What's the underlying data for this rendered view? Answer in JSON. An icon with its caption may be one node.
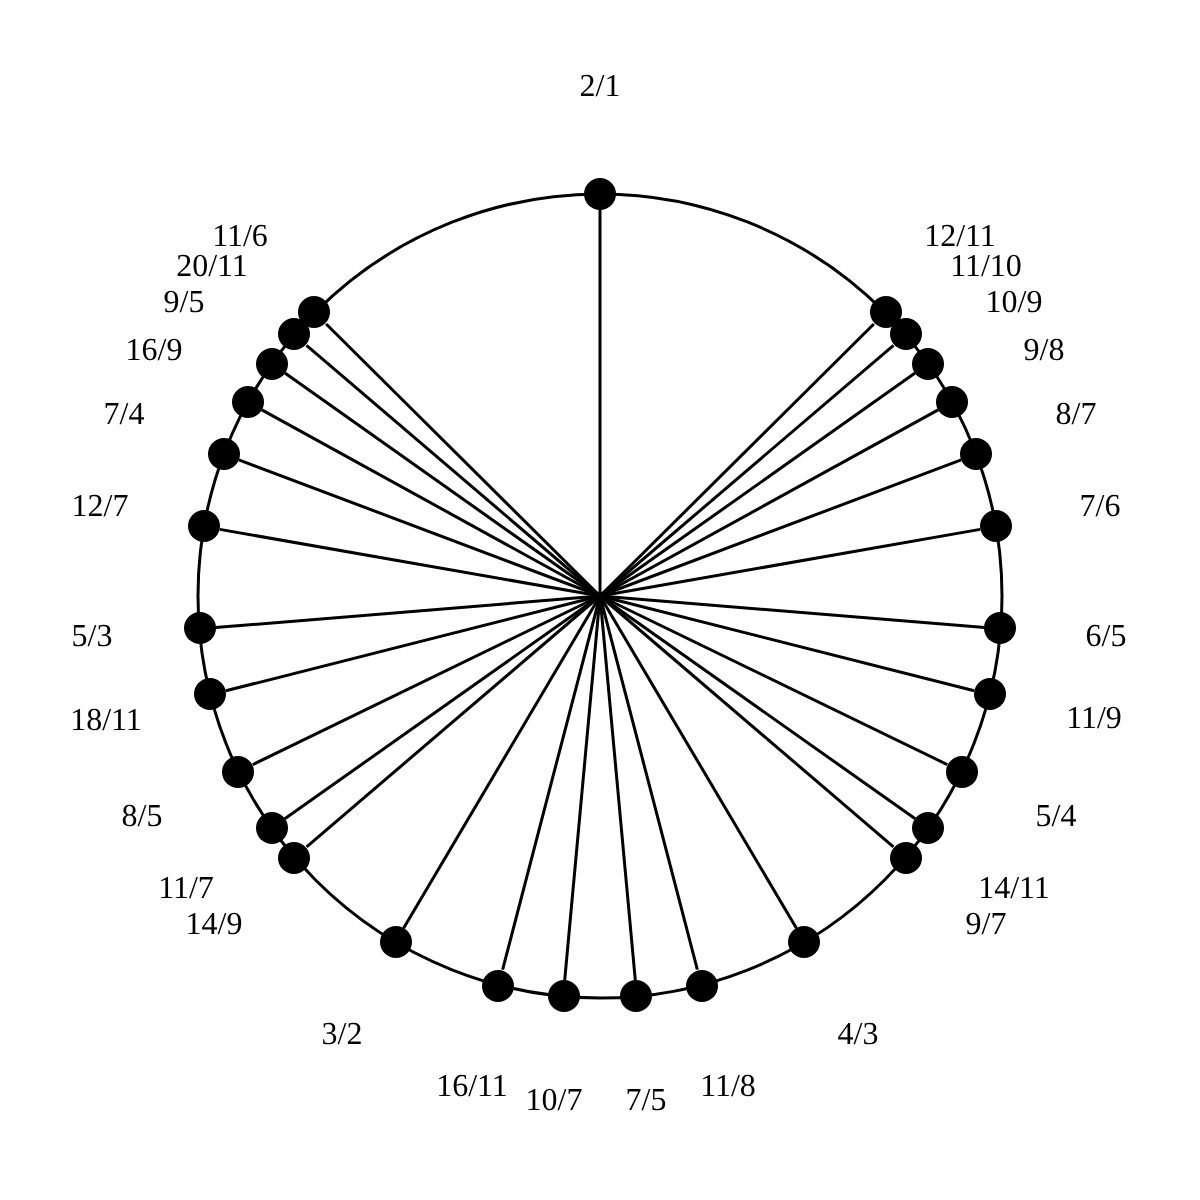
{
  "diagram": {
    "nodes": [
      {
        "text": [],
        "shape": "circle",
        "beside": [
          "2/1"
        ]
      },
      {
        "text": [],
        "shape": "circle",
        "beside": [
          "12/11"
        ]
      },
      {
        "text": [],
        "shape": "circle",
        "beside": [
          "11/10"
        ]
      },
      {
        "text": [],
        "shape": "circle",
        "beside": [
          "10/9"
        ]
      },
      {
        "text": [],
        "shape": "circle",
        "beside": [
          "9/8"
        ]
      },
      {
        "text": [],
        "shape": "circle",
        "beside": [
          "8/7"
        ]
      },
      {
        "text": [],
        "shape": "circle",
        "beside": [
          "7/6"
        ]
      },
      {
        "text": [],
        "shape": "circle",
        "beside": [
          "6/5"
        ]
      },
      {
        "text": [],
        "shape": "circle",
        "beside": [
          "11/9"
        ]
      },
      {
        "text": [],
        "shape": "circle",
        "beside": [
          "5/4"
        ]
      },
      {
        "text": [],
        "shape": "circle",
        "beside": [
          "14/11"
        ]
      },
      {
        "text": [],
        "shape": "circle",
        "beside": [
          "9/7"
        ]
      },
      {
        "text": [],
        "shape": "circle",
        "beside": [
          "4/3"
        ]
      },
      {
        "text": [],
        "shape": "circle",
        "beside": [
          "11/8"
        ]
      },
      {
        "text": [],
        "shape": "circle",
        "beside": [
          "7/5"
        ]
      },
      {
        "text": [],
        "shape": "circle",
        "beside": [
          "10/7"
        ]
      },
      {
        "text": [],
        "shape": "circle",
        "beside": [
          "16/11"
        ]
      },
      {
        "text": [],
        "shape": "circle",
        "beside": [
          "3/2"
        ]
      },
      {
        "text": [],
        "shape": "circle",
        "beside": [
          "14/9"
        ]
      },
      {
        "text": [],
        "shape": "circle",
        "beside": [
          "11/7"
        ]
      },
      {
        "text": [],
        "shape": "circle",
        "beside": [
          "8/5"
        ]
      },
      {
        "text": [],
        "shape": "circle",
        "beside": [
          "18/11"
        ]
      },
      {
        "text": [],
        "shape": "circle",
        "beside": [
          "5/3"
        ]
      },
      {
        "text": [],
        "shape": "circle",
        "beside": [
          "12/7"
        ]
      },
      {
        "text": [],
        "shape": "circle",
        "beside": [
          "7/4"
        ]
      },
      {
        "text": [],
        "shape": "circle",
        "beside": [
          "16/9"
        ]
      },
      {
        "text": [],
        "shape": "circle",
        "beside": [
          "9/5"
        ]
      },
      {
        "text": [],
        "shape": "circle",
        "beside": [
          "20/11"
        ]
      },
      {
        "text": [],
        "shape": "circle",
        "beside": [
          "11/6"
        ]
      }
    ],
    "edges": [
      {
        "from": null,
        "to": 0,
        "arrow": "none"
      },
      {
        "from": null,
        "to": 1,
        "arrow": "none"
      },
      {
        "from": null,
        "to": 2,
        "arrow": "none"
      },
      {
        "from": null,
        "to": 3,
        "arrow": "none"
      },
      {
        "from": null,
        "to": 4,
        "arrow": "none"
      },
      {
        "from": null,
        "to": 5,
        "arrow": "none"
      },
      {
        "from": null,
        "to": 6,
        "arrow": "none"
      },
      {
        "from": null,
        "to": 7,
        "arrow": "none"
      },
      {
        "from": null,
        "to": 8,
        "arrow": "none"
      },
      {
        "from": null,
        "to": 9,
        "arrow": "none"
      },
      {
        "from": null,
        "to": 10,
        "arrow": "none"
      },
      {
        "from": null,
        "to": 11,
        "arrow": "none"
      },
      {
        "from": null,
        "to": 12,
        "arrow": "none"
      },
      {
        "from": null,
        "to": 13,
        "arrow": "none"
      },
      {
        "from": null,
        "to": 14,
        "arrow": "none"
      },
      {
        "from": null,
        "to": 15,
        "arrow": "none"
      },
      {
        "from": null,
        "to": 16,
        "arrow": "none"
      },
      {
        "from": null,
        "to": 17,
        "arrow": "none"
      },
      {
        "from": null,
        "to": 18,
        "arrow": "none"
      },
      {
        "from": null,
        "to": 19,
        "arrow": "none"
      },
      {
        "from": null,
        "to": 20,
        "arrow": "none"
      },
      {
        "from": null,
        "to": 21,
        "arrow": "none"
      },
      {
        "from": null,
        "to": 22,
        "arrow": "none"
      },
      {
        "from": null,
        "to": 23,
        "arrow": "none"
      },
      {
        "from": null,
        "to": 24,
        "arrow": "none"
      },
      {
        "from": null,
        "to": 25,
        "arrow": "none"
      },
      {
        "from": null,
        "to": 26,
        "arrow": "none"
      },
      {
        "from": null,
        "to": 27,
        "arrow": "none"
      },
      {
        "from": null,
        "to": 28,
        "arrow": "none"
      }
    ]
  }
}
